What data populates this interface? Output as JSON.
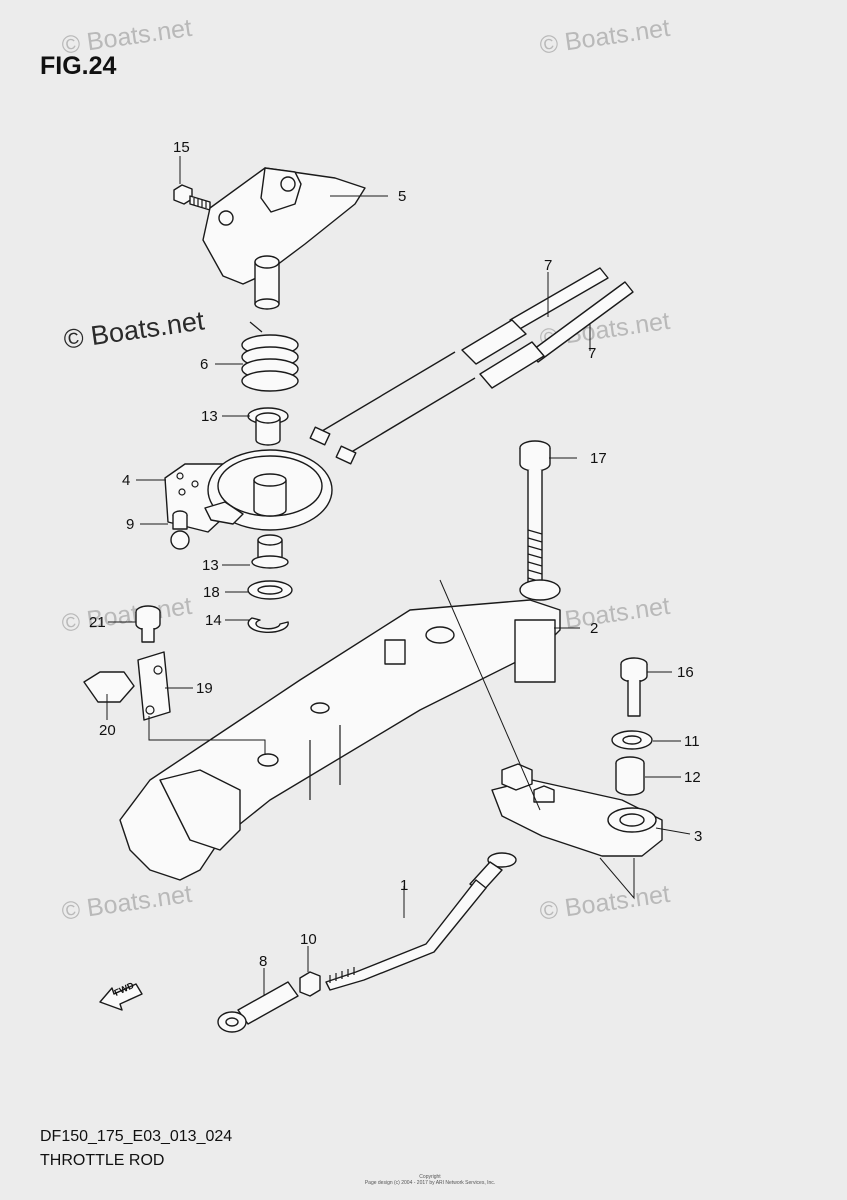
{
  "figure": {
    "title": "FIG.24"
  },
  "watermark": {
    "text": "© Boats.net"
  },
  "callouts": [
    {
      "id": "c15",
      "label": "15"
    },
    {
      "id": "c5",
      "label": "5"
    },
    {
      "id": "c7a",
      "label": "7"
    },
    {
      "id": "c7b",
      "label": "7"
    },
    {
      "id": "c6",
      "label": "6"
    },
    {
      "id": "c13a",
      "label": "13"
    },
    {
      "id": "c4",
      "label": "4"
    },
    {
      "id": "c17",
      "label": "17"
    },
    {
      "id": "c9",
      "label": "9"
    },
    {
      "id": "c13b",
      "label": "13"
    },
    {
      "id": "c18",
      "label": "18"
    },
    {
      "id": "c14",
      "label": "14"
    },
    {
      "id": "c21",
      "label": "21"
    },
    {
      "id": "c2",
      "label": "2"
    },
    {
      "id": "c19",
      "label": "19"
    },
    {
      "id": "c20",
      "label": "20"
    },
    {
      "id": "c16",
      "label": "16"
    },
    {
      "id": "c11",
      "label": "11"
    },
    {
      "id": "c12",
      "label": "12"
    },
    {
      "id": "c3",
      "label": "3"
    },
    {
      "id": "c1",
      "label": "1"
    },
    {
      "id": "c10",
      "label": "10"
    },
    {
      "id": "c8",
      "label": "8"
    }
  ],
  "fwd_label": "FWD",
  "footer": {
    "code": "DF150_175_E03_013_024",
    "name": "THROTTLE ROD",
    "copyright_line1": "Copyright",
    "copyright_line2": "Page design (c) 2004 - 2017 by ARI Network Services, Inc."
  }
}
